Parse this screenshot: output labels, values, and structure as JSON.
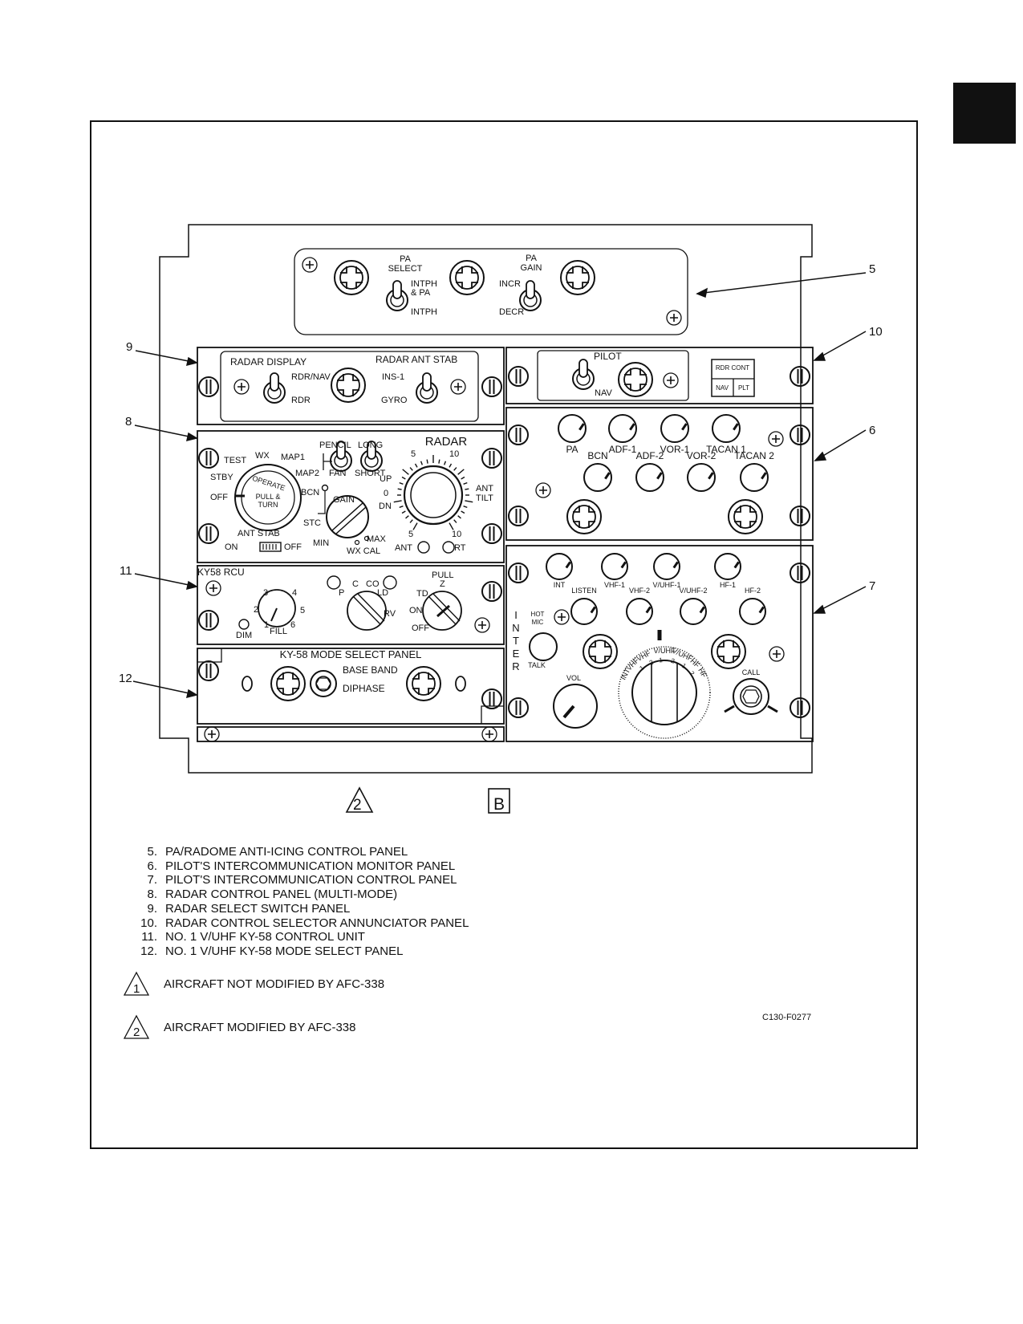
{
  "figure_id": "C130-F0277",
  "effectivity_markers": [
    "2",
    "B"
  ],
  "callouts": [
    "5",
    "10",
    "9",
    "8",
    "6",
    "11",
    "7",
    "12"
  ],
  "panel5": {
    "pa_select": [
      "PA",
      "SELECT"
    ],
    "pa_select_up": [
      "INTPH",
      "& PA"
    ],
    "pa_select_down": "INTPH",
    "pa_gain": [
      "PA",
      "GAIN"
    ],
    "pa_gain_up": "INCR",
    "pa_gain_down": "DECR"
  },
  "panel9": {
    "radar_display": "RADAR DISPLAY",
    "rdr_nav": "RDR/NAV",
    "rdr": "RDR",
    "radar_ant_stab": "RADAR ANT STAB",
    "ins1": "INS-1",
    "gyro": "GYRO"
  },
  "panel10": {
    "pilot": "PILOT",
    "nav": "NAV",
    "annunciator": [
      "RDR CONT",
      "NAV",
      "PLT"
    ]
  },
  "panel8": {
    "title": "RADAR",
    "test": "TEST",
    "wx": "WX",
    "map1": "MAP1",
    "map2": "MAP2",
    "stby": "STBY",
    "off": "OFF",
    "operate": "OPERATE",
    "pull_turn": [
      "PULL &",
      "TURN"
    ],
    "pencil": "PENCIL",
    "long": "LONG",
    "fan": "FAN",
    "short": "SHORT",
    "bcn": "BCN",
    "gain": "GAIN",
    "stc": "STC",
    "min": "MIN",
    "max": "MAX",
    "wx_cal": "WX   CAL",
    "tilt_scale": [
      "5",
      "10",
      "UP",
      "0",
      "DN",
      "5",
      "10"
    ],
    "ant_tilt": [
      "ANT",
      "TILT"
    ],
    "ant": "ANT",
    "rt": "RT",
    "ant_stab": "ANT   STAB",
    "on": "ON",
    "stab_off": "OFF"
  },
  "panel6": {
    "row1": [
      "PA",
      "ADF-1",
      "VOR-1",
      "TACAN 1"
    ],
    "row2": [
      "BCN",
      "ADF-2",
      "VOR-2",
      "TACAN 2"
    ]
  },
  "panel11": {
    "title": "KY58 RCU",
    "fill_positions": [
      "1",
      "2",
      "3",
      "4",
      "5",
      "6"
    ],
    "fill": "FILL",
    "dim": "DIM",
    "c": "C",
    "co": "CO",
    "p": "P",
    "ld": "LD",
    "rv": "RV",
    "pull": "PULL",
    "z": "Z",
    "td": "TD",
    "on": "ON",
    "off": "OFF"
  },
  "panel12": {
    "title": "KY-58 MODE SELECT PANEL",
    "base_band": "BASE BAND",
    "diphase": "DIPHASE"
  },
  "panel7": {
    "row1": [
      "INT",
      "VHF-1",
      "V/UHF-1",
      "HF-1"
    ],
    "row2": [
      "LISTEN",
      "VHF-2",
      "V/UHF-2",
      "HF-2"
    ],
    "inter": [
      "I",
      "N",
      "T",
      "E",
      "R"
    ],
    "hot_mic": [
      "HOT",
      "MIC"
    ],
    "talk": "TALK",
    "vol": "VOL",
    "selector": [
      "INT",
      "VHF",
      "VHF",
      "V/UHF",
      "V/UHF",
      "HF",
      "HF"
    ],
    "selector_nums": [
      "1",
      "2",
      "1",
      "2",
      "1",
      "2"
    ],
    "call": "CALL"
  },
  "legend": [
    {
      "num": "5.",
      "text": "PA/RADOME ANTI-ICING CONTROL PANEL"
    },
    {
      "num": "6.",
      "text": "PILOT'S INTERCOMMUNICATION MONITOR PANEL"
    },
    {
      "num": "7.",
      "text": "PILOT'S INTERCOMMUNICATION CONTROL PANEL"
    },
    {
      "num": "8.",
      "text": "RADAR CONTROL PANEL (MULTI-MODE)"
    },
    {
      "num": "9.",
      "text": "RADAR SELECT SWITCH PANEL"
    },
    {
      "num": "10.",
      "text": "RADAR CONTROL SELECTOR ANNUNCIATOR PANEL"
    },
    {
      "num": "11.",
      "text": "NO. 1 V/UHF KY-58 CONTROL UNIT"
    },
    {
      "num": "12.",
      "text": "NO. 1 V/UHF KY-58 MODE SELECT PANEL"
    }
  ],
  "notes": [
    {
      "marker": "1",
      "text": "AIRCRAFT NOT MODIFIED BY AFC-338"
    },
    {
      "marker": "2",
      "text": "AIRCRAFT MODIFIED BY AFC-338"
    }
  ]
}
